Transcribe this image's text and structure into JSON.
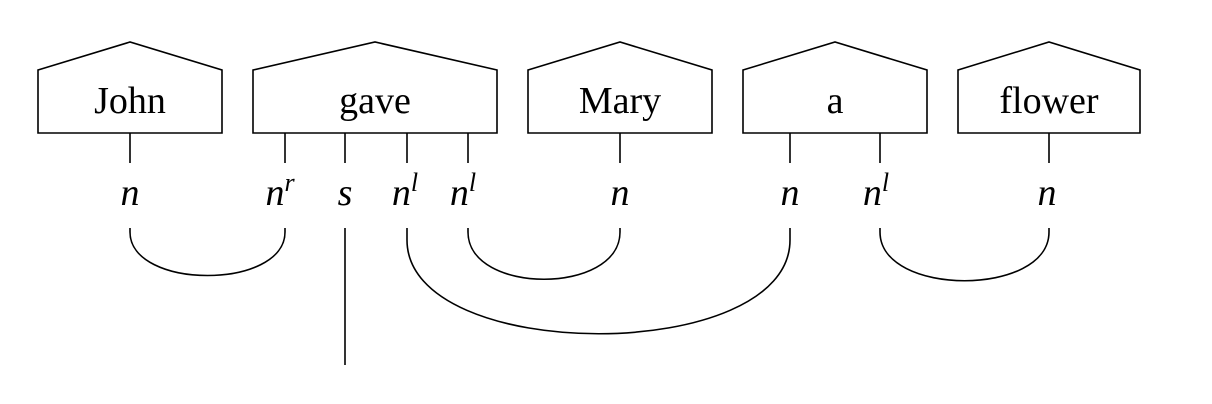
{
  "words": [
    "John",
    "gave",
    "Mary",
    "a",
    "flower"
  ],
  "types": [
    {
      "base": "n",
      "adj": ""
    },
    {
      "base": "n",
      "adj": "r"
    },
    {
      "base": "s",
      "adj": ""
    },
    {
      "base": "n",
      "adj": "l"
    },
    {
      "base": "n",
      "adj": "l"
    },
    {
      "base": "n",
      "adj": ""
    },
    {
      "base": "n",
      "adj": ""
    },
    {
      "base": "n",
      "adj": "l"
    },
    {
      "base": "n",
      "adj": ""
    }
  ]
}
